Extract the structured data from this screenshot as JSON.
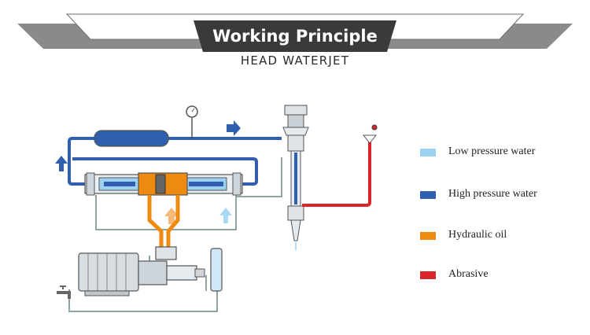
{
  "header": {
    "title": "Working Principle",
    "subtitle": "HEAD WATERJET"
  },
  "legend": [
    {
      "label": "Low pressure water",
      "color": "#9dd1f2"
    },
    {
      "label": "High pressure water",
      "color": "#2f5fae"
    },
    {
      "label": "Hydraulic oil",
      "color": "#ee8a10"
    },
    {
      "label": "Abrasive",
      "color": "#d8262a"
    }
  ],
  "colors": {
    "low_pressure": "#9dd1f2",
    "high_pressure": "#2f5fae",
    "hydraulic": "#ee8a10",
    "abrasive": "#d8262a",
    "return_line": "#8aa6a0",
    "banner_dark": "#3a3a3a",
    "banner_grey": "#8a8a8a"
  }
}
